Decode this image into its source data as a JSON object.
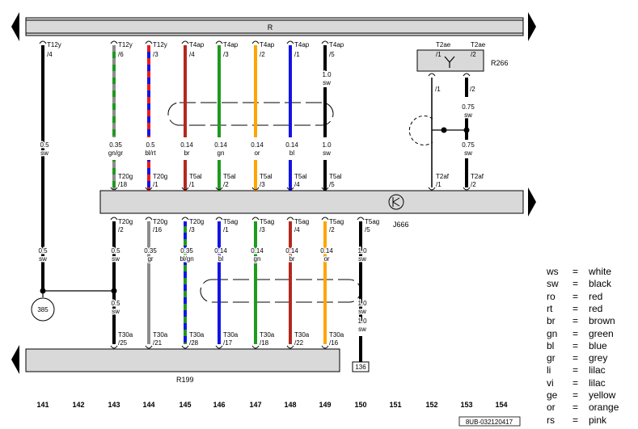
{
  "components": {
    "top_bar": "R",
    "r266": "R266",
    "j666": "J666",
    "r199": "R199",
    "circle_385": "385",
    "box_136": "136",
    "doc_number": "8UB-032120417"
  },
  "wires": [
    {
      "col": "141",
      "top_conn": "T12y",
      "top_pin": "/4",
      "size": "0.5",
      "color": "sw"
    },
    {
      "col": "143",
      "top_conn": "T12y",
      "top_pin": "/6",
      "size": "0.35",
      "color": "gn/gr",
      "mid_conn": "T20g",
      "mid_pin": "/18",
      "bot_conn": "T20g",
      "bot_pin": "/2",
      "bot_size": "0.5",
      "bot_color": "sw",
      "low_size": "0.5",
      "low_color": "sw",
      "end_conn": "T30a",
      "end_pin": "/25"
    },
    {
      "col": "144",
      "top_conn": "T12y",
      "top_pin": "/3",
      "size": "0.5",
      "color": "bl/rt",
      "mid_conn": "T20g",
      "mid_pin": "/1",
      "bot_conn": "T20g",
      "bot_pin": "/16",
      "bot_size": "0.35",
      "bot_color": "gr",
      "end_conn": "T30a",
      "end_pin": "/21"
    },
    {
      "col": "145",
      "top_conn": "T4ap",
      "top_pin": "/4",
      "size": "0.14",
      "color": "br",
      "mid_conn": "T5al",
      "mid_pin": "/1",
      "bot_conn": "T20g",
      "bot_pin": "/3",
      "bot_size": "0.35",
      "bot_color": "bl/gn",
      "end_conn": "T30a",
      "end_pin": "/28"
    },
    {
      "col": "146",
      "top_conn": "T4ap",
      "top_pin": "/3",
      "size": "0.14",
      "color": "gn",
      "mid_conn": "T5al",
      "mid_pin": "/2",
      "bot_conn": "T5ag",
      "bot_pin": "/1",
      "bot_size": "0.14",
      "bot_color": "bl",
      "end_conn": "T30a",
      "end_pin": "/17"
    },
    {
      "col": "147",
      "top_conn": "T4ap",
      "top_pin": "/2",
      "size": "0.14",
      "color": "or",
      "mid_conn": "T5al",
      "mid_pin": "/3",
      "bot_conn": "T5ag",
      "bot_pin": "/3",
      "bot_size": "0.14",
      "bot_color": "gn",
      "end_conn": "T30a",
      "end_pin": "/18"
    },
    {
      "col": "148",
      "top_conn": "T4ap",
      "top_pin": "/1",
      "size": "0.14",
      "color": "bl",
      "mid_conn": "T5al",
      "mid_pin": "/4",
      "bot_conn": "T5ag",
      "bot_pin": "/4",
      "bot_size": "0.14",
      "bot_color": "br",
      "end_conn": "T30a",
      "end_pin": "/22"
    },
    {
      "col": "149",
      "top_conn": "T4ap",
      "top_pin": "/5",
      "top_size": "1.0",
      "top_color": "sw",
      "size": "1.0",
      "color": "sw",
      "mid_conn": "T5al",
      "mid_pin": "/5",
      "bot_conn": "T5ag",
      "bot_pin": "/2",
      "bot_size": "0.14",
      "bot_color": "or",
      "end_conn": "T30a",
      "end_pin": "/16"
    },
    {
      "col": "150",
      "bot_conn": "T5ag",
      "bot_pin": "/5",
      "bot_size": "1.0",
      "bot_color": "sw",
      "low_size": "1.0",
      "low_color": "sw"
    },
    {
      "col": "152",
      "top_conn": "T2ae",
      "top_pin": "/1",
      "mid_conn": "T2af",
      "mid_pin": "/1"
    },
    {
      "col": "153",
      "top_conn": "T2ae",
      "top_pin": "/2",
      "top_size": "0.75",
      "top_color": "sw",
      "size": "0.75",
      "color": "sw",
      "mid_conn": "T2af",
      "mid_pin": "/2"
    }
  ],
  "columns": [
    "141",
    "142",
    "143",
    "144",
    "145",
    "146",
    "147",
    "148",
    "149",
    "150",
    "151",
    "152",
    "153",
    "154"
  ],
  "legend": [
    {
      "code": "ws",
      "eq": "=",
      "meaning": "white"
    },
    {
      "code": "sw",
      "eq": "=",
      "meaning": "black"
    },
    {
      "code": "ro",
      "eq": "=",
      "meaning": "red"
    },
    {
      "code": "rt",
      "eq": "=",
      "meaning": "red"
    },
    {
      "code": "br",
      "eq": "=",
      "meaning": "brown"
    },
    {
      "code": "gn",
      "eq": "=",
      "meaning": "green"
    },
    {
      "code": "bl",
      "eq": "=",
      "meaning": "blue"
    },
    {
      "code": "gr",
      "eq": "=",
      "meaning": "grey"
    },
    {
      "code": "li",
      "eq": "=",
      "meaning": "lilac"
    },
    {
      "code": "vi",
      "eq": "=",
      "meaning": "lilac"
    },
    {
      "code": "ge",
      "eq": "=",
      "meaning": "yellow"
    },
    {
      "code": "or",
      "eq": "=",
      "meaning": "orange"
    },
    {
      "code": "rs",
      "eq": "=",
      "meaning": "pink"
    }
  ],
  "colors": {
    "sw": "#000000",
    "gn": "#1e9a1e",
    "gr": "#8c8c8c",
    "bl": "#1414e6",
    "rt": "#e61e1e",
    "br": "#b4281e",
    "or": "#ffa500",
    "bar": "#d9d9d9"
  }
}
